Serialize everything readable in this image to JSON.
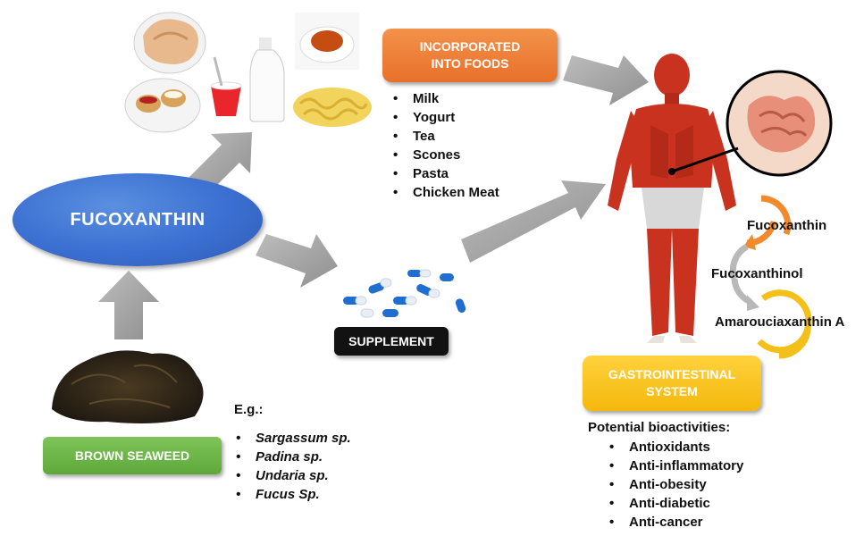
{
  "center": {
    "label": "FUCOXANTHIN"
  },
  "foods_box": {
    "line1": "INCORPORATED",
    "line2": "INTO FOODS"
  },
  "foods": [
    "Milk",
    "Yogurt",
    "Tea",
    "Scones",
    "Pasta",
    "Chicken Meat"
  ],
  "supplement": {
    "label": "SUPPLEMENT"
  },
  "seaweed": {
    "label": "BROWN SEAWEED",
    "eg": "E.g.:",
    "species": [
      "Sargassum sp.",
      "Padina sp.",
      "Undaria sp.",
      "Fucus Sp."
    ]
  },
  "gi_box": {
    "line1": "GASTROINTESTINAL",
    "line2": "SYSTEM"
  },
  "bioactivities": {
    "heading": "Potential bioactivities:",
    "items": [
      "Antioxidants",
      "Anti-inflammatory",
      "Anti-obesity",
      "Anti-diabetic",
      "Anti-cancer"
    ]
  },
  "metabolism": [
    "Fucoxanthin",
    "Fucoxanthinol",
    "Amarouciaxanthin A"
  ],
  "colors": {
    "ellipse": "#3b6fd1",
    "orange": "#e8702a",
    "green": "#5ea83a",
    "yellow": "#f3b80c",
    "arrow": "#a6a6a6",
    "muscle": "#c8321e"
  }
}
